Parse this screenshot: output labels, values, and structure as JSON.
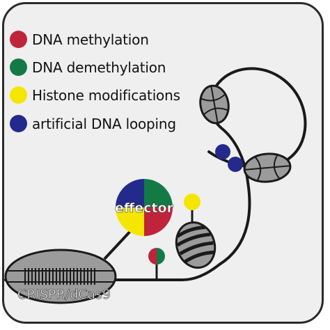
{
  "colors": {
    "methylation": "#c0243a",
    "demethylation": "#137a46",
    "histone": "#f5e600",
    "looping": "#232a8c",
    "gray_fill": "#9b9b9b",
    "outline": "#1a1a1a"
  },
  "legend": {
    "items": [
      {
        "label": "DNA methylation",
        "color": "#c0243a"
      },
      {
        "label": "DNA demethylation",
        "color": "#137a46"
      },
      {
        "label": "Histone modifications",
        "color": "#f5e600"
      },
      {
        "label": "artificial DNA looping",
        "color": "#232a8c"
      }
    ]
  },
  "diagram": {
    "effector_label": "effector",
    "dcas9_label": "CRISPR/dCas9"
  }
}
